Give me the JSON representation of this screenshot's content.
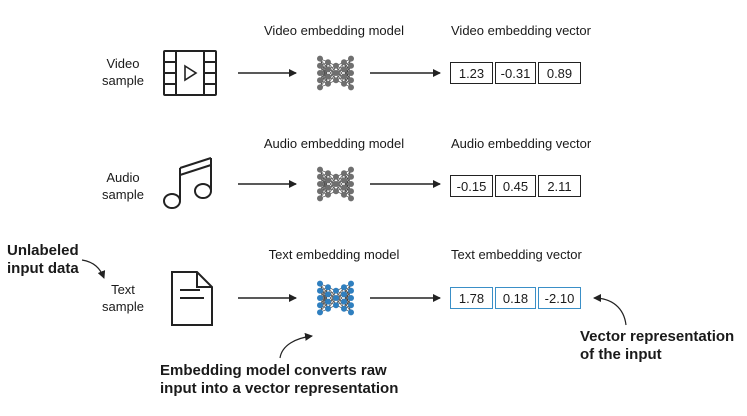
{
  "rows": [
    {
      "id": "video",
      "sample_label": [
        "Video",
        "sample"
      ],
      "model_label": "Video embedding model",
      "vector_label": "Video embedding vector",
      "values": [
        "1.23",
        "-0.31",
        "0.89"
      ],
      "icon": "film-icon",
      "highlight": false
    },
    {
      "id": "audio",
      "sample_label": [
        "Audio",
        "sample"
      ],
      "model_label": "Audio embedding model",
      "vector_label": "Audio embedding vector",
      "values": [
        "-0.15",
        "0.45",
        "2.11"
      ],
      "icon": "music-note-icon",
      "highlight": false
    },
    {
      "id": "text",
      "sample_label": [
        "Text",
        "sample"
      ],
      "model_label": "Text embedding model",
      "vector_label": "Text embedding vector",
      "values": [
        "1.78",
        "0.18",
        "-2.10"
      ],
      "icon": "document-icon",
      "highlight": true
    }
  ],
  "annotations": {
    "unlabeled": [
      "Unlabeled",
      "input data"
    ],
    "model_note": [
      "Embedding model converts raw",
      "input into a vector representation"
    ],
    "vector_note": [
      "Vector representation",
      "of the input"
    ]
  },
  "colors": {
    "network_gray": "#6f6f6f",
    "network_blue": "#2f7fbf",
    "vector_border_blue": "#3a8fc7",
    "stroke": "#222222"
  }
}
